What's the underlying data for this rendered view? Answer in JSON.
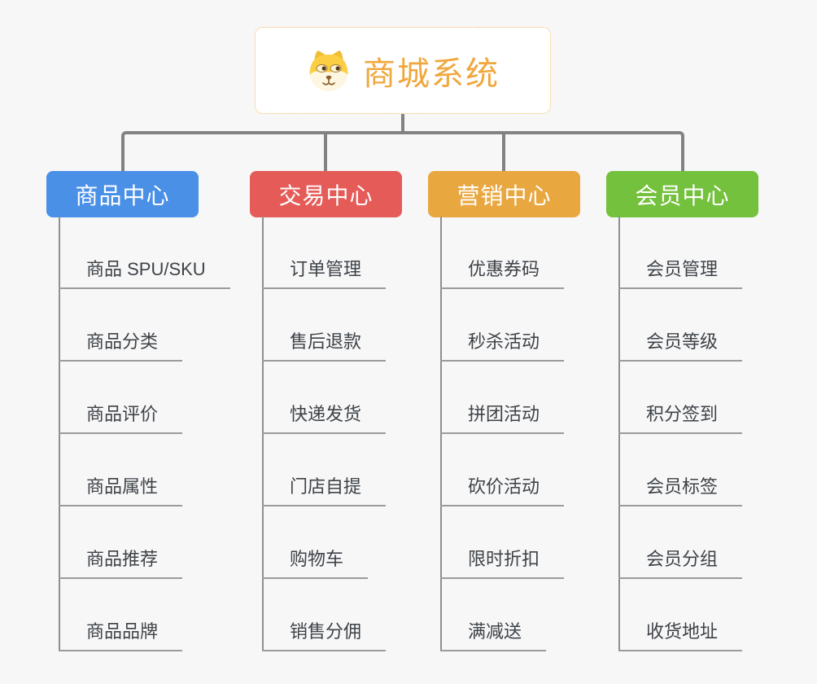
{
  "root": {
    "title": "商城系统",
    "icon": "doge-icon"
  },
  "branches": [
    {
      "label": "商品中心",
      "color": "#4a90e7",
      "children": [
        "商品 SPU/SKU",
        "商品分类",
        "商品评价",
        "商品属性",
        "商品推荐",
        "商品品牌"
      ]
    },
    {
      "label": "交易中心",
      "color": "#e45b58",
      "children": [
        "订单管理",
        "售后退款",
        "快递发货",
        "门店自提",
        "购物车",
        "销售分佣"
      ]
    },
    {
      "label": "营销中心",
      "color": "#e9a740",
      "children": [
        "优惠券码",
        "秒杀活动",
        "拼团活动",
        "砍价活动",
        "限时折扣",
        "满减送"
      ]
    },
    {
      "label": "会员中心",
      "color": "#74c13d",
      "children": [
        "会员管理",
        "会员等级",
        "积分签到",
        "会员标签",
        "会员分组",
        "收货地址"
      ]
    }
  ],
  "colors": {
    "background": "#f7f7f8",
    "connector": "#828282",
    "leaf_line": "#9b9b9b",
    "leaf_text": "#3e4347",
    "root_text": "#f0a73d",
    "root_border": "#f2b75d",
    "branch_text": "#ffffff"
  }
}
